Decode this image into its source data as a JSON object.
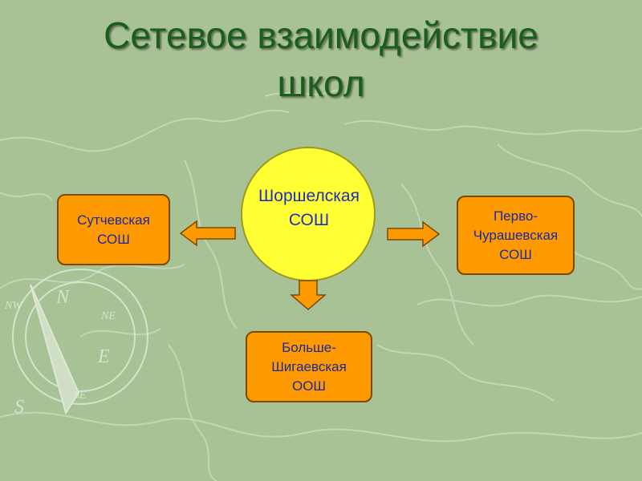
{
  "slide": {
    "title_line1": "Сетевое взаимодействие",
    "title_line2": "школ",
    "center": "Шоршелская\nСОШ",
    "left": "Сутчевская\nСОШ",
    "right": "Перво-\nЧурашевская\nСОШ",
    "bottom": "Больше-\nШигаевская\nООШ",
    "compass": {
      "n": "N",
      "s": "S",
      "e": "E",
      "ne": "NE",
      "nw": "NW",
      "se": "SE"
    }
  },
  "colors": {
    "background": "#a8c296",
    "title": "#1b5e1b",
    "circle": "#ffff33",
    "box": "#ff9900",
    "text": "#1a2aa0"
  }
}
